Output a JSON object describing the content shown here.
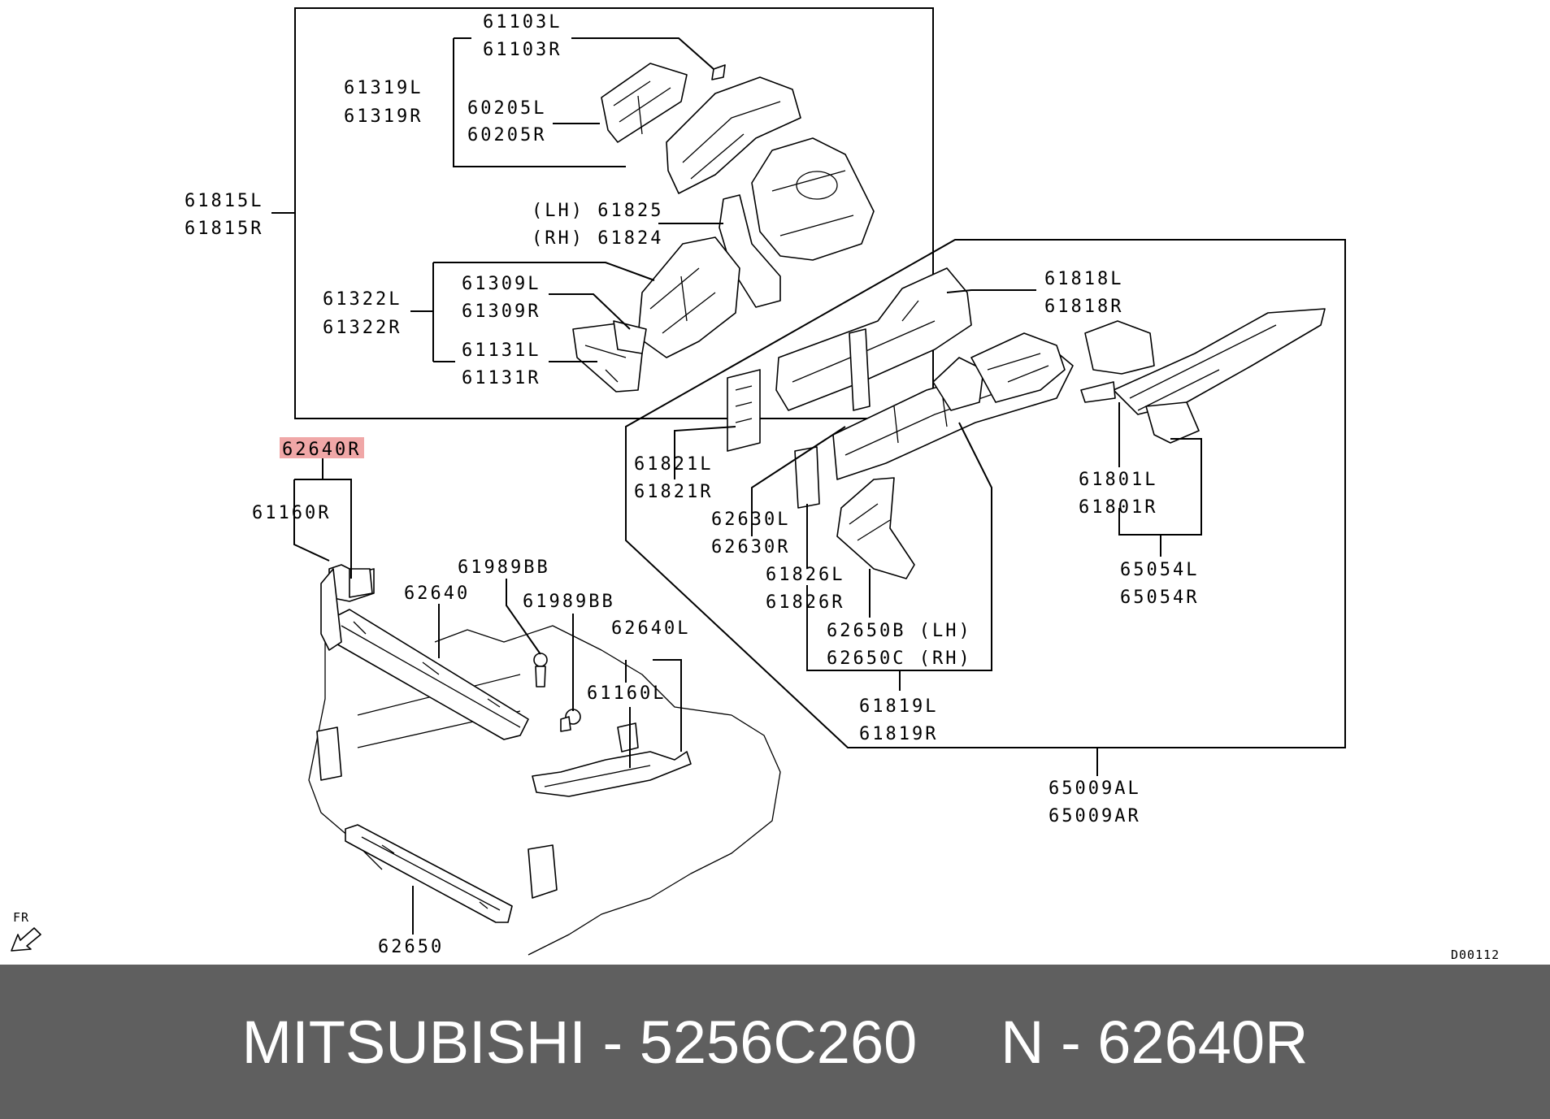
{
  "labels": {
    "l_61103": [
      "61103L",
      "61103R"
    ],
    "l_61319": [
      "61319L",
      "61319R"
    ],
    "l_60205": [
      "60205L",
      "60205R"
    ],
    "l_61815": [
      "61815L",
      "61815R"
    ],
    "l_6182x": [
      "(LH) 61825",
      "(RH) 61824"
    ],
    "l_61322": [
      "61322L",
      "61322R"
    ],
    "l_61309": [
      "61309L",
      "61309R"
    ],
    "l_61131": [
      "61131L",
      "61131R"
    ],
    "l_62640R": "62640R",
    "l_61160R": "61160R",
    "l_61989BB_a": "61989BB",
    "l_62640": "62640",
    "l_61989BB_b": "61989BB",
    "l_62640L": "62640L",
    "l_61160L": "61160L",
    "l_62650": "62650",
    "l_61818": [
      "61818L",
      "61818R"
    ],
    "l_61821": [
      "61821L",
      "61821R"
    ],
    "l_62630": [
      "62630L",
      "62630R"
    ],
    "l_61826": [
      "61826L",
      "61826R"
    ],
    "l_6265x": [
      "62650B (LH)",
      "62650C (RH)"
    ],
    "l_61819": [
      "61819L",
      "61819R"
    ],
    "l_61801": [
      "61801L",
      "61801R"
    ],
    "l_65054": [
      "65054L",
      "65054R"
    ],
    "l_65009": [
      "65009AL",
      "65009AR"
    ],
    "l_fr": "FR",
    "l_code": "D00112"
  },
  "highlight_color": "#f0a7a7",
  "banner": {
    "text": "MITSUBISHI - 5256C260     N - 62640R",
    "background": "#5f5f5f"
  }
}
